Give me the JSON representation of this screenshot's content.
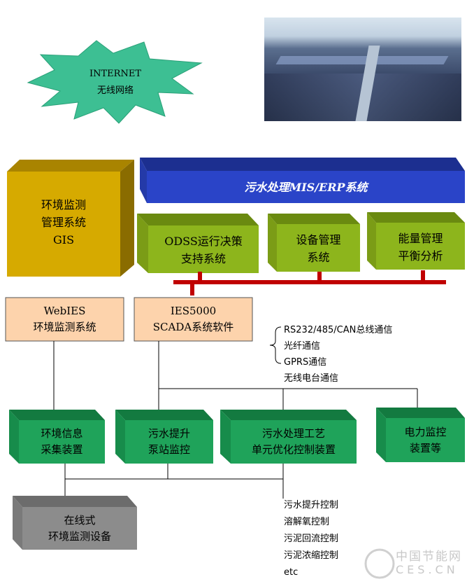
{
  "internet": {
    "line1": "INTERNET",
    "line2": "无线网络"
  },
  "mis": {
    "title": "污水处理MIS/ERP系统"
  },
  "gis": {
    "line1": "环境监测",
    "line2": "管理系统",
    "line3": "GIS"
  },
  "modules": [
    {
      "line1": "ODSS运行决策",
      "line2": "支持系统"
    },
    {
      "line1": "设备管理",
      "line2": "系统"
    },
    {
      "line1": "能量管理",
      "line2": "平衡分析"
    }
  ],
  "webies": {
    "line1": "WebIES",
    "line2": "环境监测系统"
  },
  "ies5000": {
    "line1": "IES5000",
    "line2": "SCADA系统软件"
  },
  "comm": [
    "RS232/485/CAN总线通信",
    "光纤通信",
    "GPRS通信",
    "无线电台通信"
  ],
  "devices": [
    {
      "line1": "环境信息",
      "line2": "采集装置"
    },
    {
      "line1": "污水提升",
      "line2": "泵站监控"
    },
    {
      "line1": "污水处理工艺",
      "line2": "单元优化控制装置"
    },
    {
      "line1": "电力监控",
      "line2": "装置等"
    }
  ],
  "online": {
    "line1": "在线式",
    "line2": "环境监测设备"
  },
  "controls": [
    "污水提升控制",
    "溶解氧控制",
    "污泥回流控制",
    "污泥浓缩控制",
    "etc"
  ],
  "watermark": {
    "cn": "中国节能网",
    "en": "CES.CN"
  },
  "colors": {
    "mis": "#2a44c8",
    "gis": "#d6aa00",
    "module": "#8db51c",
    "device": "#1fa35a",
    "online": "#8c8c8c",
    "bus": "#c00000",
    "scada": "#fdd3ac"
  }
}
